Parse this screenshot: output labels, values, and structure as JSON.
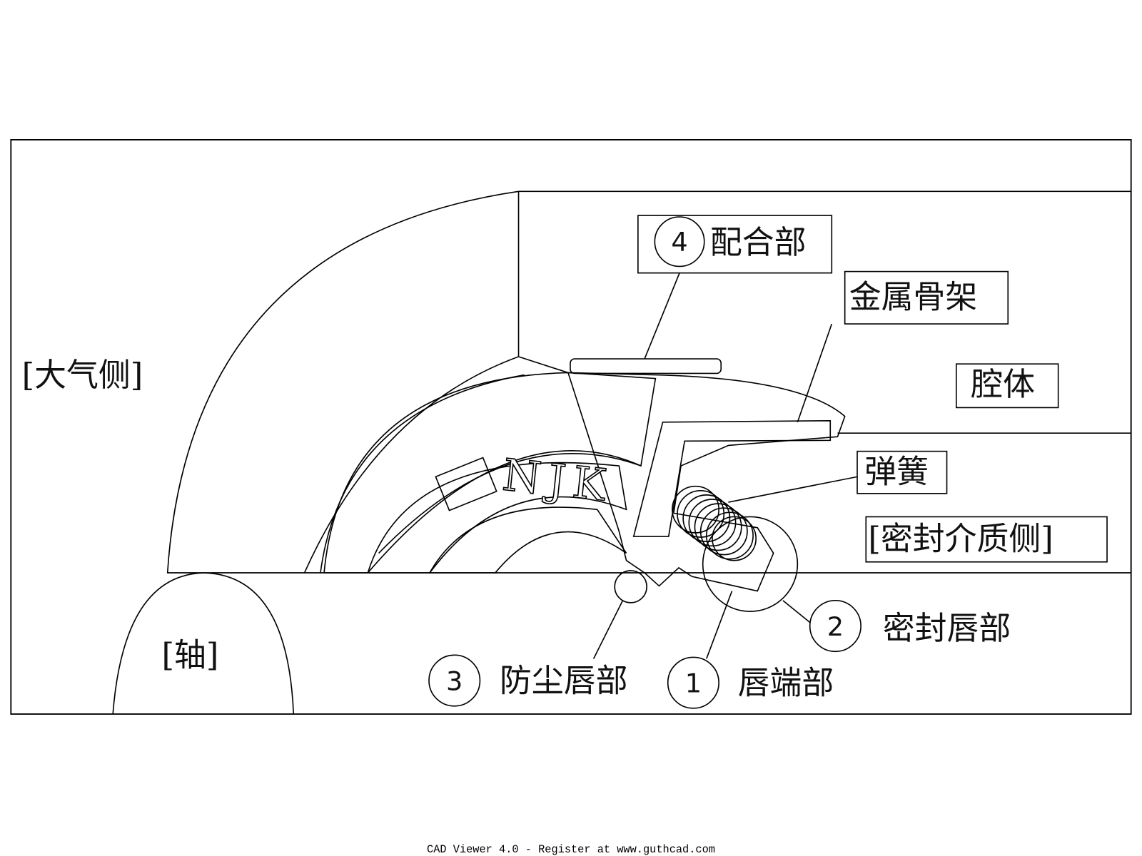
{
  "drawing": {
    "atmosphere_side": "[大气侧]",
    "shaft": "[轴]",
    "housing": "腔体",
    "medium_side": "[密封介质侧]",
    "metal_frame": "金属骨架",
    "spring": "弹簧",
    "brand_mark": "NJK",
    "callouts": [
      {
        "num": "1",
        "label": "唇端部"
      },
      {
        "num": "2",
        "label": "密封唇部"
      },
      {
        "num": "3",
        "label": "防尘唇部"
      },
      {
        "num": "4",
        "label": "配合部"
      }
    ]
  },
  "footer": "CAD Viewer 4.0 - Register at www.guthcad.com"
}
